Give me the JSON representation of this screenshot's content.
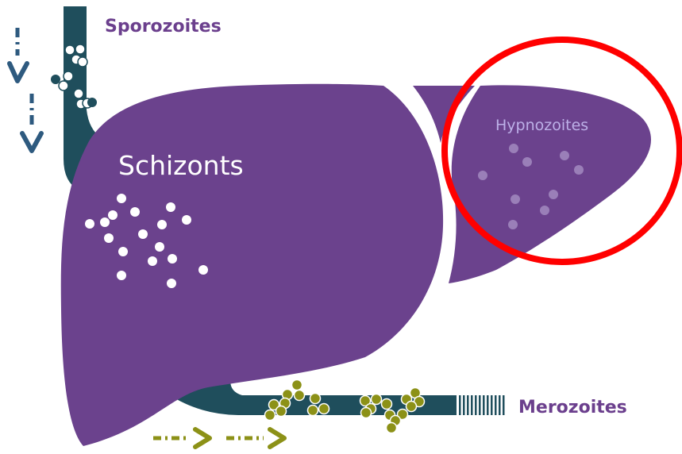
{
  "labels": {
    "sporozoites": "Sporozoites",
    "schizonts": "Schizonts",
    "hypnozoites": "Hypnozoites",
    "merozoites": "Merozoites"
  },
  "colors": {
    "liver": "#6b428d",
    "vessel": "#1f4e5c",
    "label_purple": "#6b3f8d",
    "hypnozoite_text": "#bdb0e8",
    "schizont_dot": "#ffffff",
    "hypnozoite_dot": "#9a7fb8",
    "merozoite_dot": "#8c9117",
    "arrow_blue": "#2e5a7f",
    "arrow_olive": "#8c9117",
    "highlight_ring": "#ff0000"
  },
  "highlight": {
    "target": "hypnozoites",
    "shape": "circle-outline"
  },
  "icons": {
    "incoming_arrows": "dash-dot-down-arrow-icon",
    "outgoing_arrows": "dash-dot-right-arrow-icon"
  }
}
